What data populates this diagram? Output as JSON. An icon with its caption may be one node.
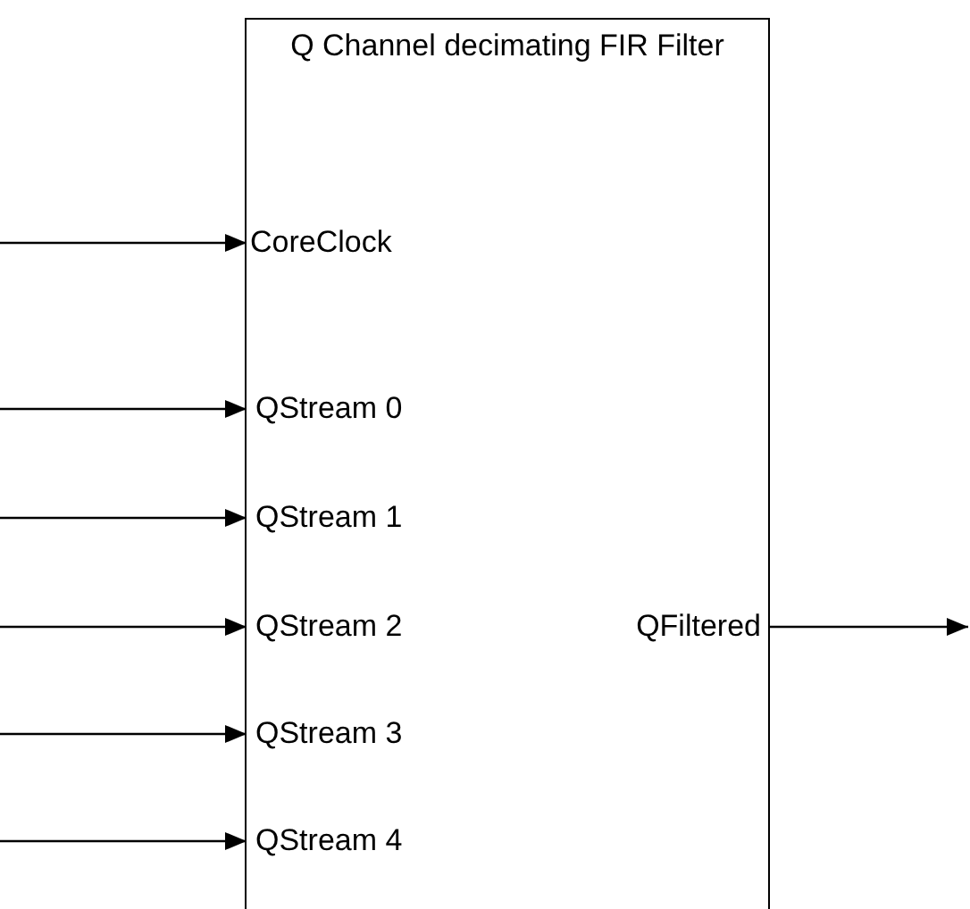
{
  "diagram": {
    "nodes": [
      {
        "text": [
          "Q Channel decimating FIR Filter"
        ]
      },
      {
        "text": [
          "CoreClock"
        ],
        "in": 0
      },
      {
        "text": [
          "QStream 0"
        ],
        "in": 0
      },
      {
        "text": [
          "QStream 1"
        ],
        "in": 0
      },
      {
        "text": [
          "QStream 2"
        ],
        "in": 0
      },
      {
        "text": [
          "QStream 3"
        ],
        "in": 0
      },
      {
        "text": [
          "QStream 4"
        ],
        "in": 0
      },
      {
        "text": [
          "QFiltered"
        ],
        "in": 0
      }
    ],
    "edges": [
      {
        "from": null,
        "to": 1,
        "arrow": "to"
      },
      {
        "from": null,
        "to": 2,
        "arrow": "to"
      },
      {
        "from": null,
        "to": 3,
        "arrow": "to"
      },
      {
        "from": null,
        "to": 4,
        "arrow": "to"
      },
      {
        "from": null,
        "to": 5,
        "arrow": "to"
      },
      {
        "from": null,
        "to": 6,
        "arrow": "to"
      },
      {
        "from": 7,
        "to": null,
        "arrow": "to"
      }
    ]
  }
}
